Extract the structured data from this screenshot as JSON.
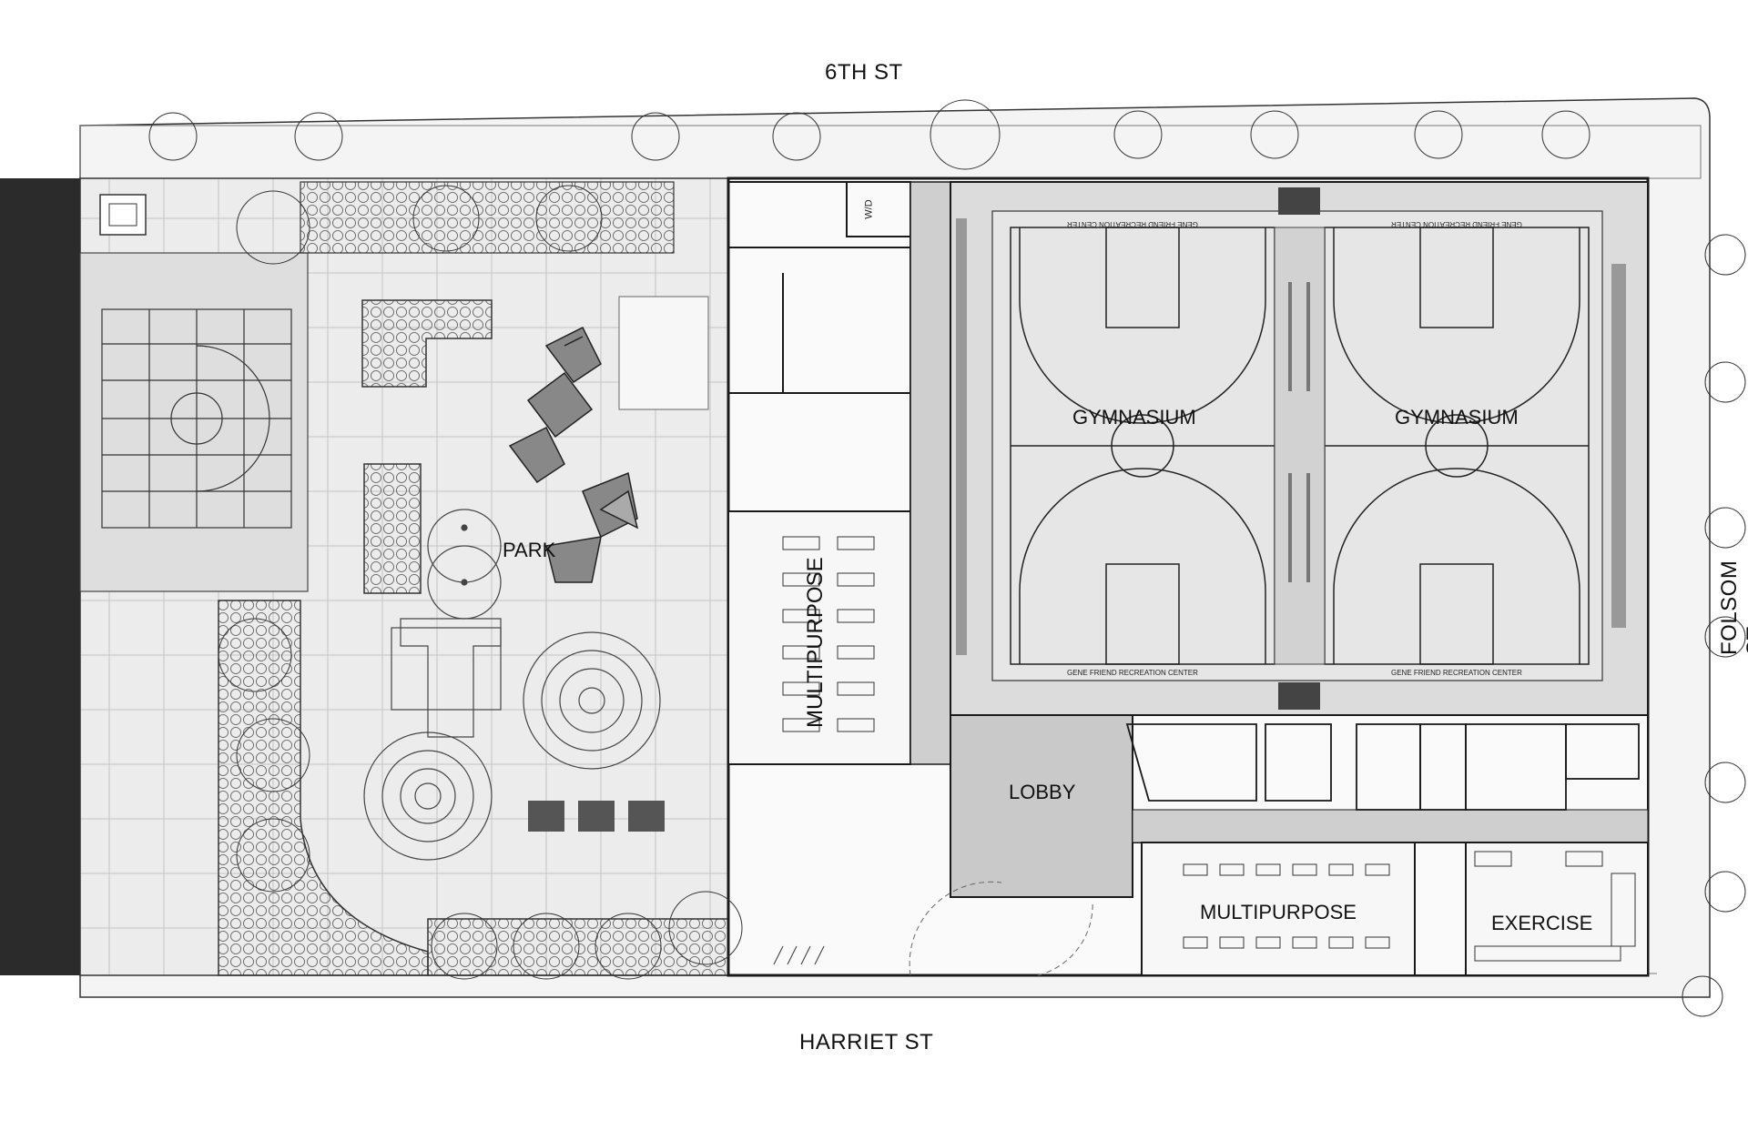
{
  "streets": {
    "north": "6TH ST",
    "south": "HARRIET ST",
    "east": "FOLSOM ST"
  },
  "rooms": {
    "park": "PARK",
    "multipurpose_west": "MULTIPURPOSE",
    "gym_left": "GYMNASIUM",
    "gym_right": "GYMNASIUM",
    "lobby": "LOBBY",
    "multipurpose_south": "MULTIPURPOSE",
    "exercise": "EXERCISE"
  },
  "gym_markings": {
    "north_edge": "GENE FRIEND RECREATION CENTER",
    "south_edge": "GENE FRIEND RECREATION CENTER"
  },
  "fixtures": {
    "washer_dryer": "W/D"
  },
  "colors": {
    "ink": "#1a1a1a",
    "sidewalk": "#f2f2f2",
    "paving": "#e9e9e9",
    "court": "#dcdcdc",
    "circulation": "#cfcfcf",
    "neighbor": "#2b2b2b"
  }
}
